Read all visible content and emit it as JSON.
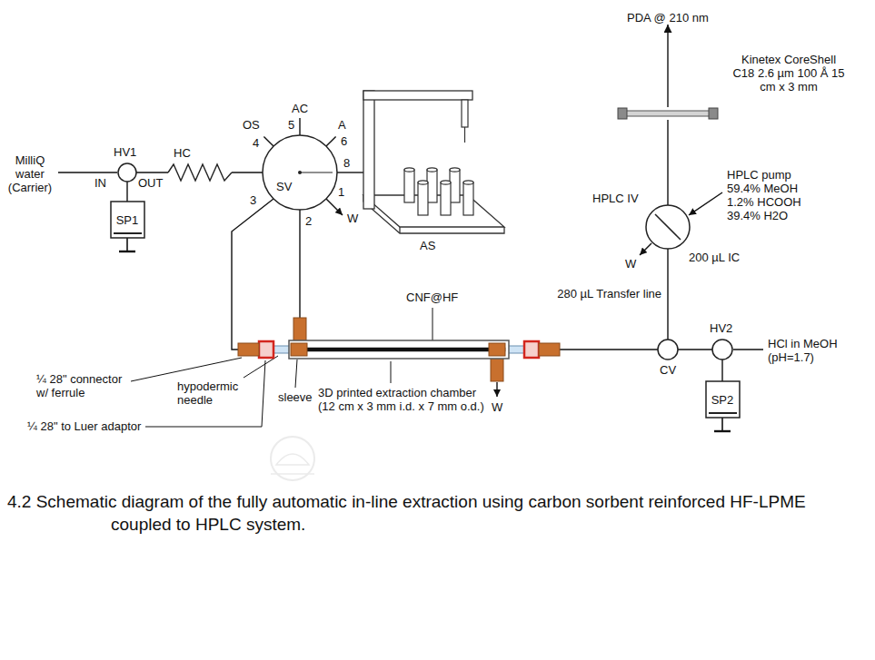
{
  "diagram": {
    "caption": "4.2 Schematic diagram of the fully automatic in-line extraction using carbon sorbent reinforced HF-LPME coupled to HPLC system.",
    "nodes": [
      {
        "text": [
          "HV1"
        ]
      },
      {
        "text": [
          "SP1"
        ]
      },
      {
        "text": [
          "HC"
        ]
      },
      {
        "text": [
          "SV"
        ]
      },
      {
        "text": [
          "AS"
        ]
      },
      {
        "text": [
          "CNF@HF"
        ]
      },
      {
        "text": [
          "CV"
        ]
      },
      {
        "text": [
          "HV2"
        ]
      },
      {
        "text": [
          "SP2"
        ]
      },
      {
        "text": [
          "HPLC IV"
        ]
      },
      {
        "text": [
          "Kinetex CoreShell C18 2.6 µm 100 Å 15 cm x 3 mm"
        ]
      },
      {
        "text": [
          "PDA @ 210 nm"
        ]
      }
    ],
    "edges": [
      {
        "from": 0,
        "to": 2,
        "arrow": "none"
      },
      {
        "from": 2,
        "to": 3,
        "arrow": "none"
      },
      {
        "from": 0,
        "to": 1,
        "arrow": "none"
      },
      {
        "from": 3,
        "to": 4,
        "arrow": "none"
      },
      {
        "from": 3,
        "to": 5,
        "arrow": "none"
      },
      {
        "from": 3,
        "to": 5,
        "arrow": "none"
      },
      {
        "from": 5,
        "to": 6,
        "arrow": "none"
      },
      {
        "from": 6,
        "to": 7,
        "arrow": "none"
      },
      {
        "from": 7,
        "to": 8,
        "arrow": "none"
      },
      {
        "from": 6,
        "to": 9,
        "label": "280 µL Transfer line",
        "arrow": "none"
      },
      {
        "from": 9,
        "to": 10,
        "arrow": "none"
      },
      {
        "from": 10,
        "to": 11,
        "arrow": "to"
      }
    ],
    "labels": [
      "MilliQ water (Carrier)",
      "IN",
      "OUT",
      "AC",
      "5",
      "OS",
      "4",
      "A",
      "6",
      "8",
      "1",
      "W",
      "3",
      "2",
      "W",
      "200 µL IC",
      "HPLC pump 59.4% MeOH 1.2% HCOOH 39.4% H2O",
      "HCl in MeOH (pH=1.7)",
      "¼ 28\" connector w/ ferrule",
      "¼ 28\" to Luer adaptor",
      "hypodermic needle",
      "sleeve",
      "3D printed extraction chamber (12 cm x 3 mm i.d. x 7 mm o.d.)",
      "W"
    ]
  }
}
